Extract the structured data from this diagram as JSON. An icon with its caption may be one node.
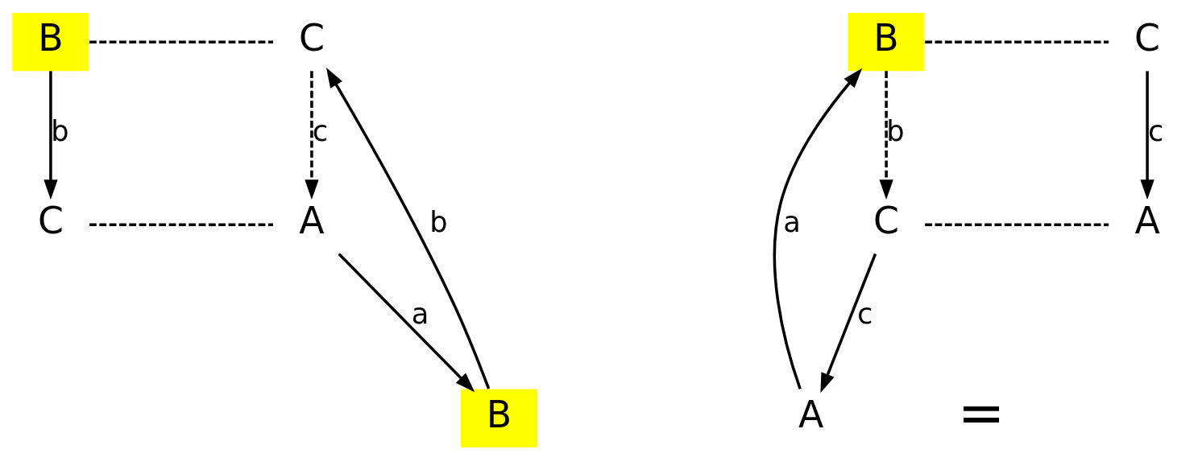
{
  "diagram": {
    "nodes": [
      {
        "text": [
          "B"
        ]
      },
      {
        "text": [
          "C"
        ]
      },
      {
        "text": [
          "B"
        ]
      },
      {
        "text": [
          "C"
        ]
      },
      {
        "text": [
          "A"
        ]
      },
      {
        "text": [
          "B"
        ]
      },
      {
        "text": [
          "C"
        ]
      },
      {
        "text": [
          "A"
        ]
      },
      {
        "text": [
          "C"
        ]
      },
      {
        "text": [
          "A"
        ]
      }
    ],
    "edges": [
      {
        "from": 0,
        "to": 1,
        "arrow": "none",
        "style": "dashed"
      },
      {
        "from": 0,
        "to": 3,
        "arrow": "to",
        "label": "b"
      },
      {
        "from": 1,
        "to": 4,
        "arrow": "to",
        "label": "c",
        "style": "dashed"
      },
      {
        "from": 2,
        "to": 1,
        "arrow": "to",
        "label": "b"
      },
      {
        "from": 3,
        "to": 4,
        "arrow": "none",
        "style": "dashed"
      },
      {
        "from": 4,
        "to": 2,
        "arrow": "to",
        "label": "a"
      },
      {
        "from": 5,
        "to": 6,
        "arrow": "none",
        "style": "dashed"
      },
      {
        "from": 7,
        "to": 5,
        "arrow": "to",
        "label": "a"
      },
      {
        "from": 5,
        "to": 8,
        "arrow": "to",
        "label": "b",
        "style": "dashed"
      },
      {
        "from": 6,
        "to": 9,
        "arrow": "to",
        "label": "c"
      },
      {
        "from": 8,
        "to": 7,
        "arrow": "to",
        "label": "c"
      },
      {
        "from": 8,
        "to": 9,
        "arrow": "none",
        "style": "dashed"
      }
    ],
    "labels": [
      "="
    ]
  }
}
